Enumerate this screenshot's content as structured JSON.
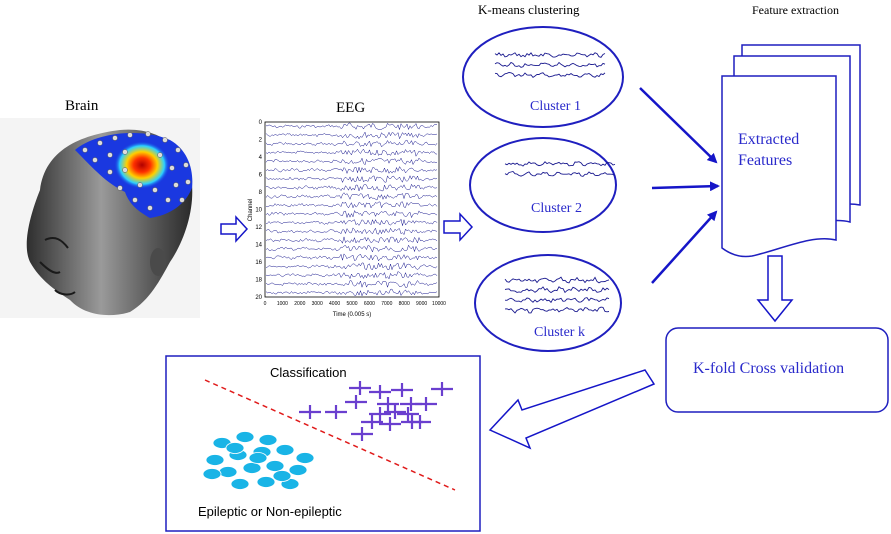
{
  "labels": {
    "brain": "Brain",
    "eeg": "EEG",
    "kmeans": "K-means clustering",
    "feature_extraction": "Feature extraction"
  },
  "clusters": [
    {
      "label": "Cluster 1"
    },
    {
      "label": "Cluster 2"
    },
    {
      "label": "Cluster k"
    }
  ],
  "extracted": {
    "line1": "Extracted",
    "line2": "Features"
  },
  "kfold": "K-fold Cross validation",
  "classification": {
    "title": "Classification",
    "caption": "Epileptic or Non-epileptic"
  },
  "eeg_plot": {
    "y_ticks": [
      "0",
      "2",
      "4",
      "6",
      "8",
      "10",
      "12",
      "14",
      "16",
      "18",
      "20"
    ],
    "x_ticks": [
      "0",
      "1000",
      "2000",
      "3000",
      "4000",
      "5000",
      "6000",
      "7000",
      "8000",
      "9000",
      "10000"
    ],
    "xlabel": "Time (0.005 s)",
    "ylabel": "Channel"
  },
  "colors": {
    "node_blue": "#1f1fbf",
    "arrow_blue": "#1515c8",
    "trace_blue": "#1a1a8f",
    "cross_purple": "#6a3fcf",
    "ellipse_cyan": "#19b4e6",
    "boundary_red": "#e01b1b"
  }
}
